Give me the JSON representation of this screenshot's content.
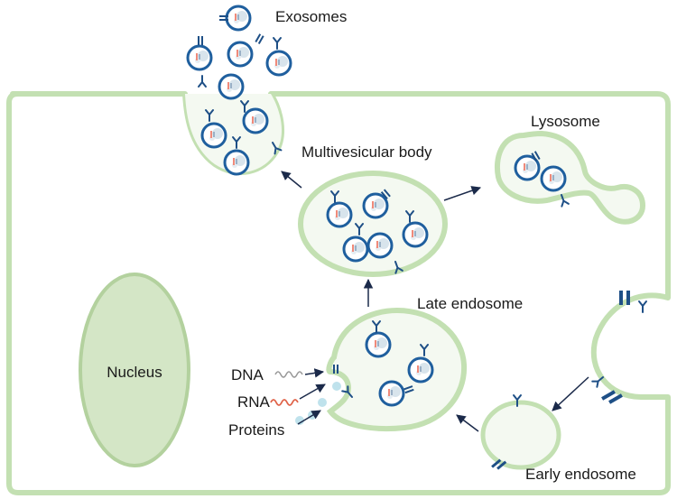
{
  "labels": {
    "exosomes": "Exosomes",
    "multivesicular_body": "Multivesicular body",
    "lysosome": "Lysosome",
    "late_endosome": "Late endosome",
    "early_endosome": "Early endosome",
    "nucleus": "Nucleus",
    "dna": "DNA",
    "rna": "RNA",
    "proteins": "Proteins"
  },
  "colors": {
    "membrane": "#c3e0b2",
    "membrane_fill": "#f4f9f1",
    "vesicle_ring": "#1f5f9e",
    "receptor": "#1e4f86",
    "nucleus_fill": "#d4e6c6",
    "nucleus_stroke": "#b3d19e",
    "arrow": "#1b2a4a",
    "rna": "#e0644a",
    "dna": "#999999",
    "protein": "#bfe2ec"
  }
}
